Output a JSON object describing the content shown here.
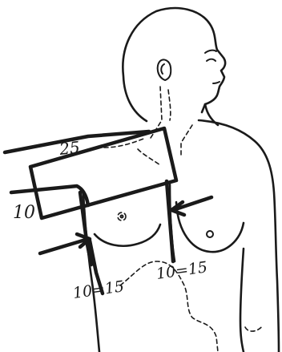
{
  "labels": {
    "top_bar": "25",
    "left_bar": "10",
    "bottom_left": "10=15",
    "bottom_right": "10=15"
  }
}
